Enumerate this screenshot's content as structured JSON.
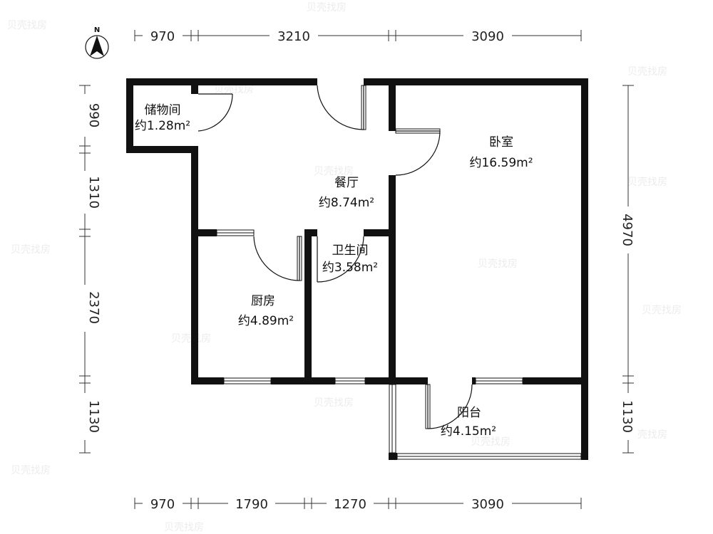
{
  "compass": {
    "north_label": "N"
  },
  "watermark": {
    "text": "贝壳找房"
  },
  "rooms": {
    "storage": {
      "name": "储物间",
      "area": "约1.28m²"
    },
    "dining": {
      "name": "餐厅",
      "area": "约8.74m²"
    },
    "bedroom": {
      "name": "卧室",
      "area": "约16.59m²"
    },
    "bathroom": {
      "name": "卫生间",
      "area": "约3.58m²"
    },
    "kitchen": {
      "name": "厨房",
      "area": "约4.89m²"
    },
    "balcony": {
      "name": "阳台",
      "area": "约4.15m²"
    }
  },
  "dimensions": {
    "top": [
      "970",
      "3210",
      "3090"
    ],
    "bottom": [
      "970",
      "1790",
      "1270",
      "3090"
    ],
    "left": [
      "990",
      "1310",
      "2370",
      "1130"
    ],
    "right": [
      "4970",
      "1130"
    ]
  }
}
